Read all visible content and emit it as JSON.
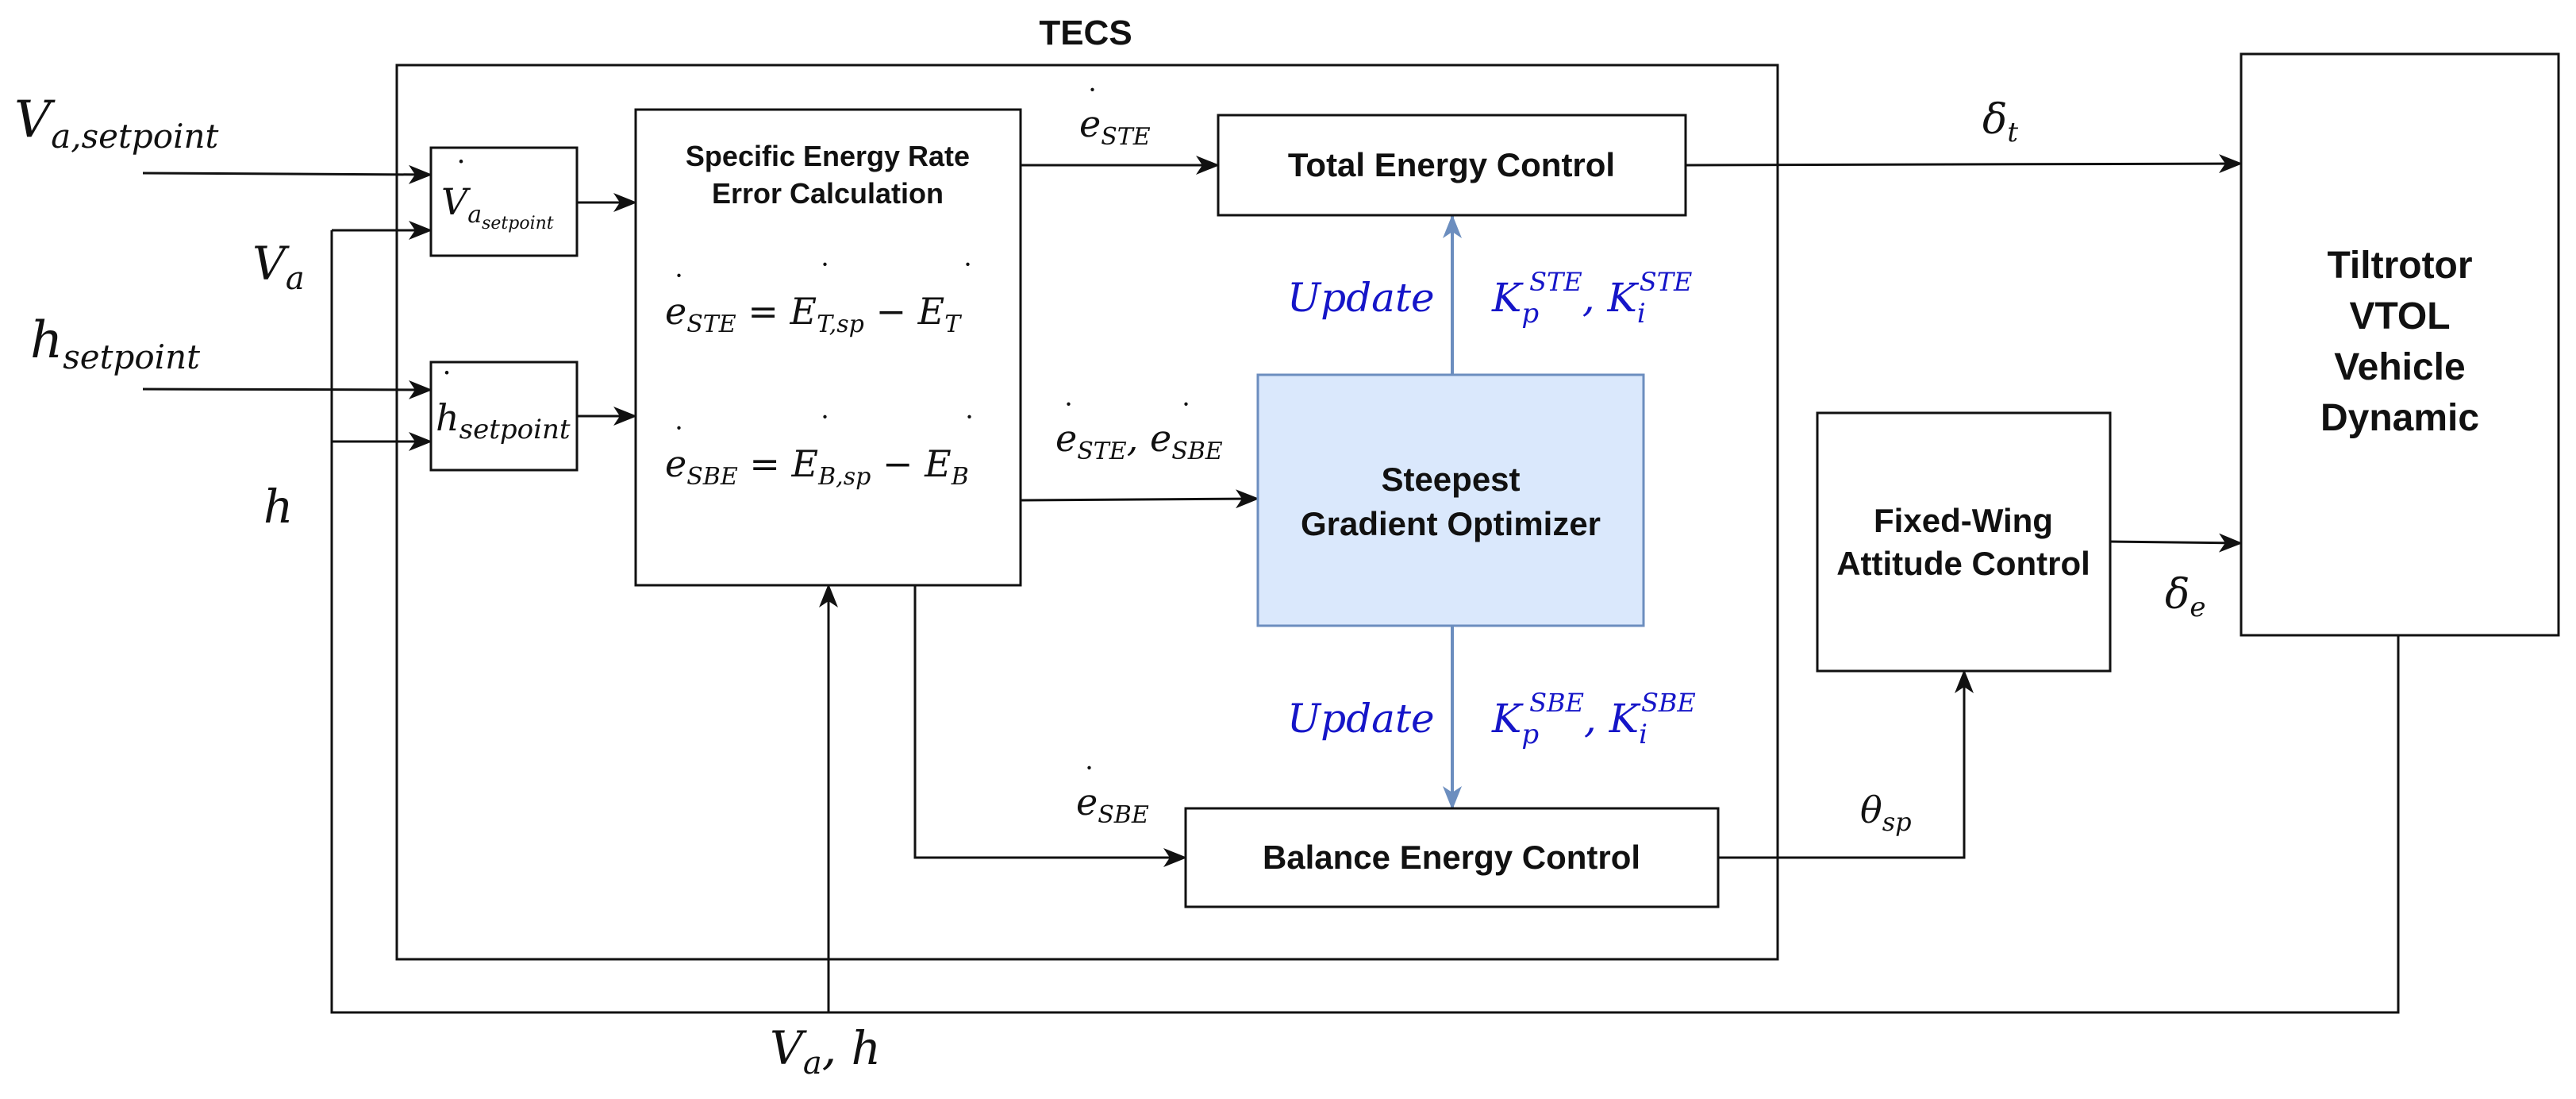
{
  "tecs": {
    "title": "TECS"
  },
  "inputs": {
    "va_setpoint": {
      "base": "V",
      "sub": "a,setpoint"
    },
    "va": {
      "base": "V",
      "sub": "a"
    },
    "h_setpoint": {
      "base": "h",
      "sub": "setpoint"
    },
    "h": "h",
    "feedback": {
      "v": "V",
      "sub": "a",
      "rest": ", h"
    }
  },
  "blocks": {
    "va_dot_setpoint": {
      "base": "V",
      "sub": "a",
      "subsub": "setpoint"
    },
    "h_dot_setpoint": {
      "base": "h",
      "sub": "setpoint"
    },
    "error_calc": {
      "title_line1": "Specific Energy Rate",
      "title_line2": "Error Calculation",
      "eq1": {
        "lhs": "e",
        "lhs_sub": "STE",
        "a": "E",
        "a_sub": "T,sp",
        "b": "E",
        "b_sub": "T"
      },
      "eq2": {
        "lhs": "e",
        "lhs_sub": "SBE",
        "a": "E",
        "a_sub": "B,sp",
        "b": "E",
        "b_sub": "B"
      }
    },
    "total_energy": "Total Energy Control",
    "balance_energy": "Balance Energy Control",
    "optimizer": {
      "line1": "Steepest",
      "line2": "Gradient Optimizer"
    },
    "attitude": {
      "line1": "Fixed-Wing",
      "line2": "Attitude Control"
    },
    "vehicle": {
      "line1": "Tiltrotor",
      "line2": "VTOL",
      "line3": "Vehicle",
      "line4": "Dynamic"
    }
  },
  "signals": {
    "e_ste": {
      "base": "e",
      "sub": "STE"
    },
    "e_ste_sbe": {
      "a": "e",
      "a_sub": "STE",
      "b": "e",
      "b_sub": "SBE"
    },
    "e_sbe": {
      "base": "e",
      "sub": "SBE"
    },
    "delta_t": {
      "base": "δ",
      "sub": "t"
    },
    "delta_e": {
      "base": "δ",
      "sub": "e"
    },
    "theta_sp": {
      "base": "θ",
      "sub": "sp"
    }
  },
  "updates": {
    "top": {
      "word": "Update",
      "k1": "K",
      "k1_sub": "p",
      "k2": "K",
      "k2_sub": "i",
      "sup": "STE"
    },
    "bottom": {
      "word": "Update",
      "k1": "K",
      "k1_sub": "p",
      "k2": "K",
      "k2_sub": "i",
      "sup": "SBE"
    }
  },
  "colors": {
    "optimizer_fill": "#dae8fc",
    "optimizer_stroke": "#6c8ebf",
    "update_text": "#1515c8",
    "update_arrow": "#6c8ebf"
  }
}
